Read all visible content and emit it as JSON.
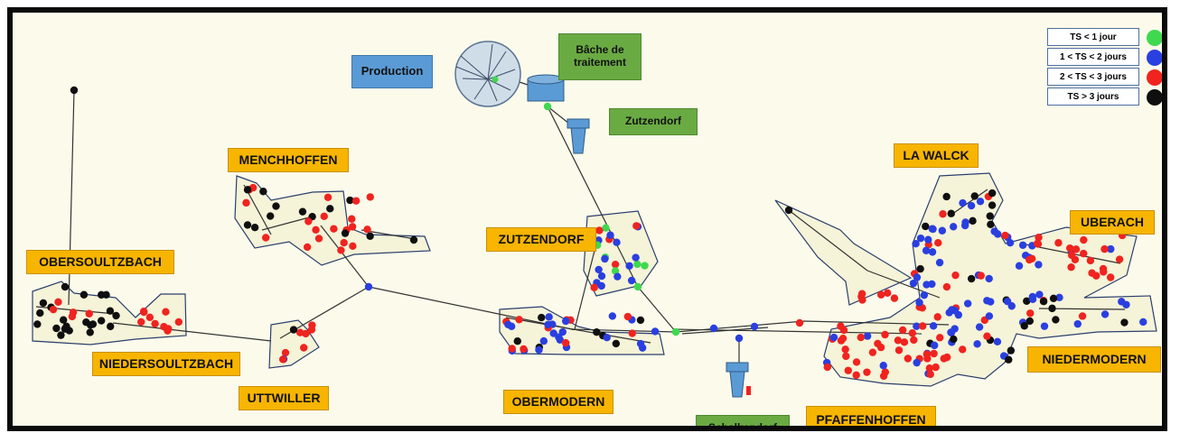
{
  "communes": {
    "obersoultzbach": "OBERSOULTZBACH",
    "niedersoultzbach": "NIEDERSOULTZBACH",
    "menchhoffen": "MENCHHOFFEN",
    "uttwiller": "UTTWILLER",
    "zutzendorf": "ZUTZENDORF",
    "obermodern": "OBERMODERN",
    "la_walck": "LA WALCK",
    "uberach": "UBERACH",
    "niedermodern": "NIEDERMODERN",
    "pfaffenhoffen": "PFAFFENHOFFEN"
  },
  "facilities": {
    "production": "Production",
    "bache": "Bâche de traitement",
    "zutzendorf_tower": "Zutzendorf",
    "schalkendorf_tower": "Schalkendorf"
  },
  "legend": {
    "items": [
      {
        "label": "TS < 1 jour",
        "color": "#3fd94f"
      },
      {
        "label": "1 < TS < 2 jours",
        "color": "#2a3fe0"
      },
      {
        "label": "2 < TS < 3 jours",
        "color": "#f0231f"
      },
      {
        "label": "TS > 3 jours",
        "color": "#0f0f0f"
      }
    ]
  },
  "colors": {
    "background": "#fcfbeb",
    "zone_fill": "#f5f3d8",
    "zone_stroke": "#2a3f6e",
    "pipe": "#333333",
    "commune_label": "#f7b500",
    "facility_green": "#6aaa43",
    "production_blue": "#5b9bd5"
  },
  "icons": [
    "reservoir-icon",
    "water-tower-icon",
    "production-wheel-icon"
  ]
}
